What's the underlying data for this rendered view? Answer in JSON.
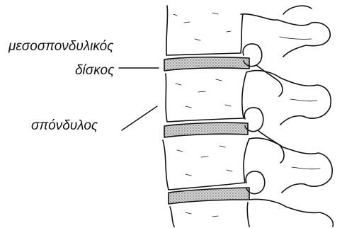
{
  "labels": {
    "disc_line1": "μεσοσπονδυλικός",
    "disc_line2": "δίσκος",
    "vertebra": "σπόνδυλος"
  },
  "colors": {
    "ink": "#111111",
    "background": "#ffffff",
    "disc_fill": "#bdbdbd"
  }
}
